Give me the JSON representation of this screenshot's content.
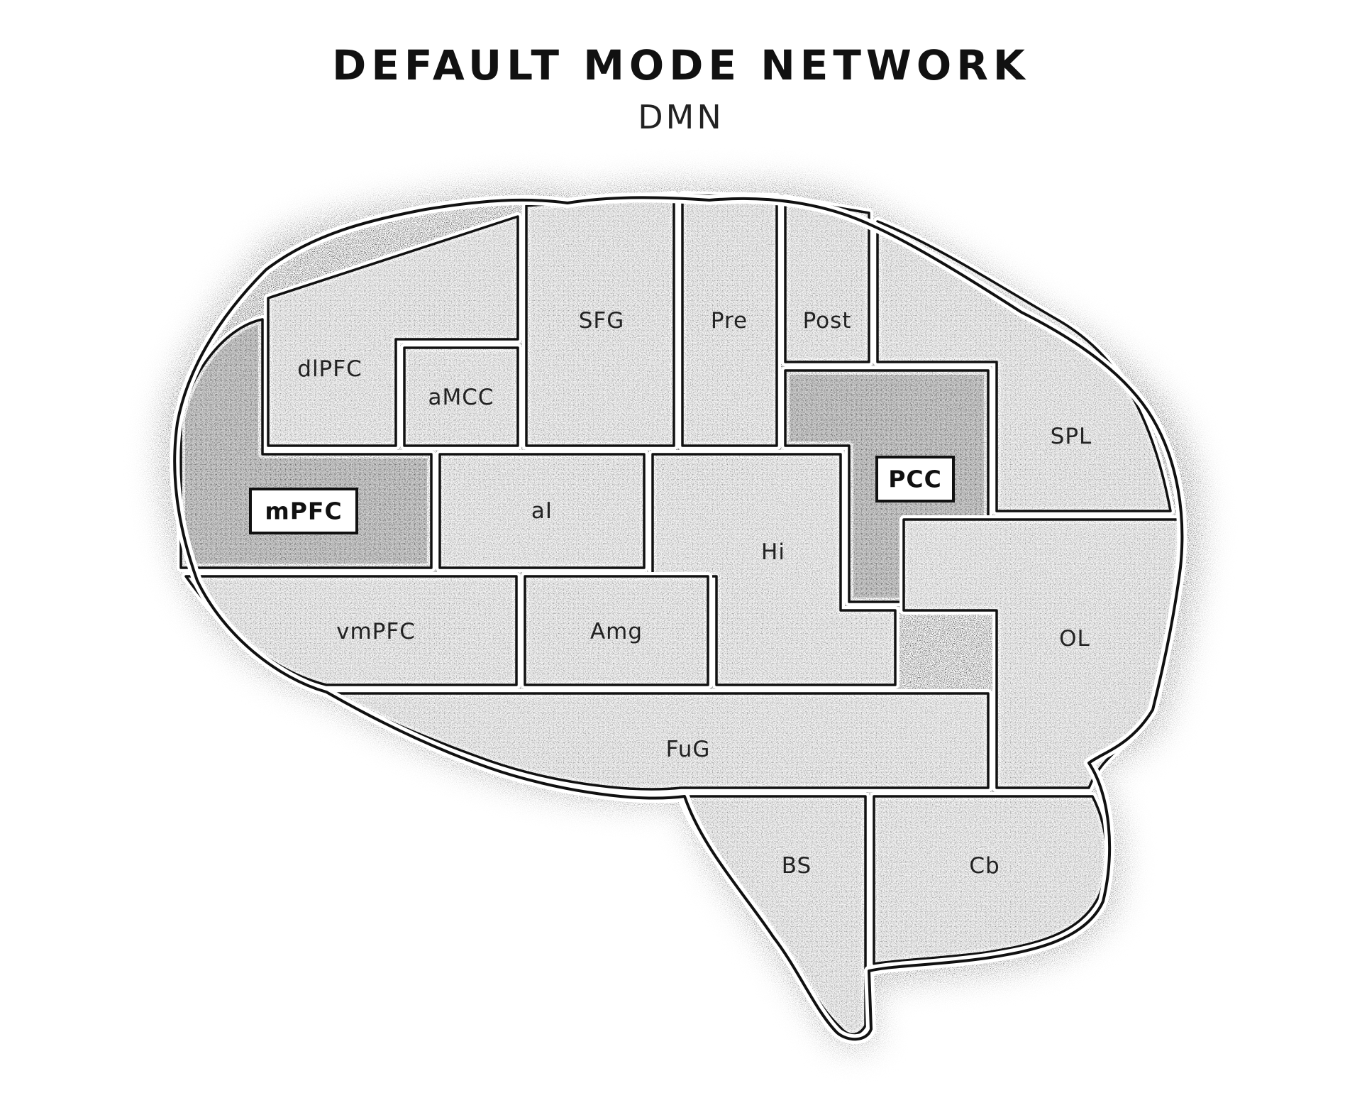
{
  "header": {
    "title": "DEFAULT MODE NETWORK",
    "subtitle": "DMN"
  },
  "colors": {
    "outline": "#111111",
    "channel": "#ffffff",
    "region_fill": "#f4f4f4",
    "highlight_fill": "#cfcfcf",
    "stipple": "#1a1a1a"
  },
  "regions": [
    {
      "id": "dlPFC",
      "label": "dlPFC",
      "highlight": false
    },
    {
      "id": "aMCC",
      "label": "aMCC",
      "highlight": false
    },
    {
      "id": "SFG",
      "label": "SFG",
      "highlight": false
    },
    {
      "id": "Pre",
      "label": "Pre",
      "highlight": false
    },
    {
      "id": "Post",
      "label": "Post",
      "highlight": false
    },
    {
      "id": "SPL",
      "label": "SPL",
      "highlight": false
    },
    {
      "id": "mPFC",
      "label": "mPFC",
      "highlight": true
    },
    {
      "id": "aI",
      "label": "aI",
      "highlight": false
    },
    {
      "id": "Hi",
      "label": "Hi",
      "highlight": false
    },
    {
      "id": "PCC",
      "label": "PCC",
      "highlight": true
    },
    {
      "id": "vmPFC",
      "label": "vmPFC",
      "highlight": false
    },
    {
      "id": "Amg",
      "label": "Amg",
      "highlight": false
    },
    {
      "id": "OL",
      "label": "OL",
      "highlight": false
    },
    {
      "id": "FuG",
      "label": "FuG",
      "highlight": false
    },
    {
      "id": "BS",
      "label": "BS",
      "highlight": false
    },
    {
      "id": "Cb",
      "label": "Cb",
      "highlight": false
    }
  ]
}
